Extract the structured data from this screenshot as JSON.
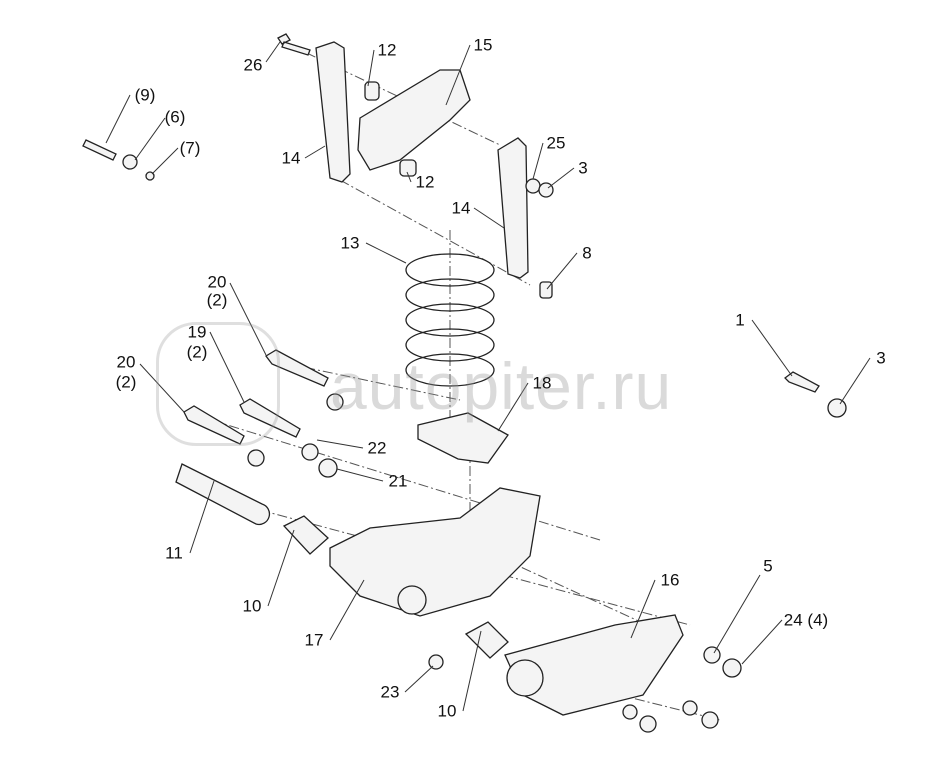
{
  "watermark": "autopiter.ru",
  "labels": [
    {
      "id": "26",
      "text": "26"
    },
    {
      "id": "12a",
      "text": "12"
    },
    {
      "id": "15",
      "text": "15"
    },
    {
      "id": "9",
      "text": "(9)"
    },
    {
      "id": "6",
      "text": "(6)"
    },
    {
      "id": "7",
      "text": "(7)"
    },
    {
      "id": "14a",
      "text": "14"
    },
    {
      "id": "12b",
      "text": "12"
    },
    {
      "id": "25",
      "text": "25"
    },
    {
      "id": "3a",
      "text": "3"
    },
    {
      "id": "14b",
      "text": "14"
    },
    {
      "id": "13",
      "text": "13"
    },
    {
      "id": "8",
      "text": "8"
    },
    {
      "id": "20a",
      "text": "20"
    },
    {
      "id": "20a_q",
      "text": "(2)"
    },
    {
      "id": "19",
      "text": "19"
    },
    {
      "id": "19_q",
      "text": "(2)"
    },
    {
      "id": "20b",
      "text": "20"
    },
    {
      "id": "20b_q",
      "text": "(2)"
    },
    {
      "id": "1",
      "text": "1"
    },
    {
      "id": "3b",
      "text": "3"
    },
    {
      "id": "18",
      "text": "18"
    },
    {
      "id": "22",
      "text": "22"
    },
    {
      "id": "21",
      "text": "21"
    },
    {
      "id": "11",
      "text": "11"
    },
    {
      "id": "16",
      "text": "16"
    },
    {
      "id": "5",
      "text": "5"
    },
    {
      "id": "24",
      "text": "24 (4)"
    },
    {
      "id": "10a",
      "text": "10"
    },
    {
      "id": "17",
      "text": "17"
    },
    {
      "id": "23",
      "text": "23"
    },
    {
      "id": "10b",
      "text": "10"
    }
  ]
}
